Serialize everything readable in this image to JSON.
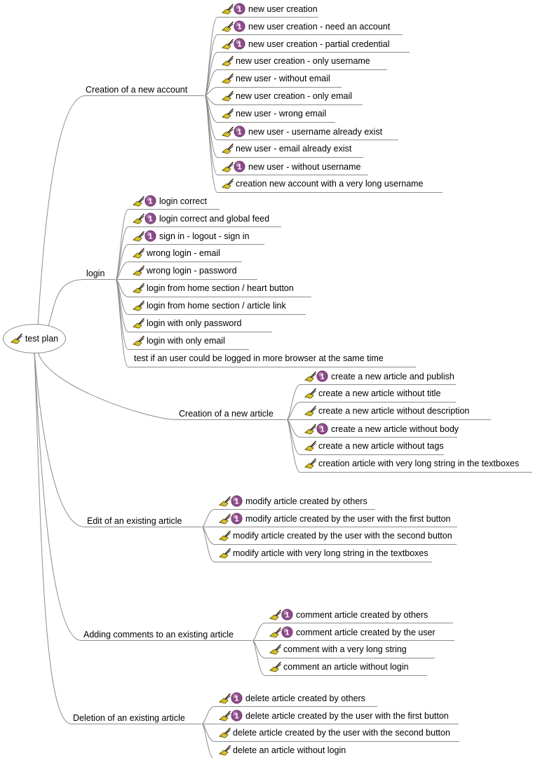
{
  "root": {
    "label": "test plan",
    "icon": "broom-icon"
  },
  "branches": [
    {
      "label": "Creation of a new account",
      "items": [
        {
          "text": "new user creation",
          "icon": "broom-icon",
          "priority": "1"
        },
        {
          "text": "new user creation - need an account",
          "icon": "broom-icon",
          "priority": "1"
        },
        {
          "text": "new user creation - partial credential",
          "icon": "broom-icon",
          "priority": "1"
        },
        {
          "text": "new user creation - only username",
          "icon": "broom-icon"
        },
        {
          "text": "new user - without email",
          "icon": "broom-icon"
        },
        {
          "text": "new user creation - only email",
          "icon": "broom-icon"
        },
        {
          "text": "new user - wrong email",
          "icon": "broom-icon"
        },
        {
          "text": "new user - username already exist",
          "icon": "broom-icon",
          "priority": "1"
        },
        {
          "text": "new user - email already exist",
          "icon": "broom-icon"
        },
        {
          "text": "new user - without username",
          "icon": "broom-icon",
          "priority": "1"
        },
        {
          "text": "creation new account with a very long username",
          "icon": "broom-icon"
        }
      ]
    },
    {
      "label": "login",
      "items": [
        {
          "text": "login correct",
          "icon": "broom-icon",
          "priority": "1"
        },
        {
          "text": "login correct and global feed",
          "icon": "broom-icon",
          "priority": "1"
        },
        {
          "text": "sign in - logout - sign in",
          "icon": "broom-icon",
          "priority": "1"
        },
        {
          "text": "wrong login - email",
          "icon": "broom-icon"
        },
        {
          "text": "wrong login - password",
          "icon": "broom-icon"
        },
        {
          "text": "login from home section / heart button",
          "icon": "broom-icon"
        },
        {
          "text": "login from home section / article link",
          "icon": "broom-icon"
        },
        {
          "text": "login with only password",
          "icon": "broom-icon"
        },
        {
          "text": "login with only email",
          "icon": "broom-icon"
        },
        {
          "text": "test if an user could be logged in more browser at the same time"
        }
      ]
    },
    {
      "label": "Creation of a new article",
      "items": [
        {
          "text": "create a new article and publish",
          "icon": "broom-icon",
          "priority": "1"
        },
        {
          "text": "create a new article without title",
          "icon": "broom-icon"
        },
        {
          "text": "create a new article without description",
          "icon": "broom-icon"
        },
        {
          "text": "create a new article without body",
          "icon": "broom-icon",
          "priority": "1"
        },
        {
          "text": "create a new article without tags",
          "icon": "broom-icon"
        },
        {
          "text": "creation article with very long string in the textboxes",
          "icon": "broom-icon"
        }
      ]
    },
    {
      "label": "Edit of an existing article",
      "items": [
        {
          "text": "modify article created by others",
          "icon": "broom-icon",
          "priority": "1"
        },
        {
          "text": "modify article created by the user with the first button",
          "icon": "broom-icon",
          "priority": "1"
        },
        {
          "text": "modify article created by the user with the second button",
          "icon": "broom-icon"
        },
        {
          "text": "modify article with very long string in the textboxes",
          "icon": "broom-icon"
        }
      ]
    },
    {
      "label": "Adding comments to an existing article",
      "items": [
        {
          "text": "comment article created by others",
          "icon": "broom-icon",
          "priority": "1"
        },
        {
          "text": "comment article created by the user",
          "icon": "broom-icon",
          "priority": "1"
        },
        {
          "text": "comment with a very long string",
          "icon": "broom-icon"
        },
        {
          "text": "comment an article without login",
          "icon": "broom-icon"
        }
      ]
    },
    {
      "label": "Deletion of an existing article",
      "items": [
        {
          "text": "delete article created by others",
          "icon": "broom-icon",
          "priority": "1"
        },
        {
          "text": "delete article created by the user with the first button",
          "icon": "broom-icon",
          "priority": "1"
        },
        {
          "text": "delete article created by the user with the second button",
          "icon": "broom-icon"
        },
        {
          "text": "delete an article without login",
          "icon": "broom-icon"
        }
      ]
    }
  ],
  "colors": {
    "edge": "#8c8c8c",
    "underline": "#8c8c8c",
    "priority": "#8e4b8b",
    "broom_yellow": "#f2df3c"
  }
}
